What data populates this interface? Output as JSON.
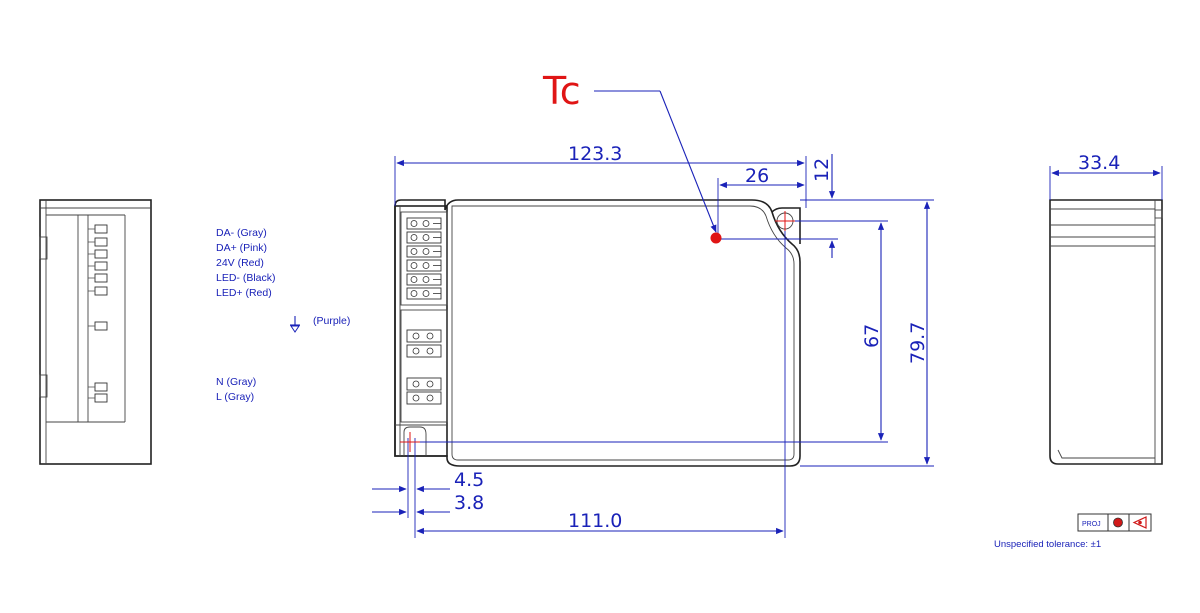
{
  "callout": {
    "label": "Tc"
  },
  "dimensions": {
    "overall_length": "123.3",
    "tc_offset_x": "26",
    "tc_offset_y": "12",
    "height": "33.4",
    "hole_spacing_y": "67",
    "overall_width": "79.7",
    "hole_offset_x": "4.5",
    "hole_diameter": "3.8",
    "hole_spacing_x": "111.0"
  },
  "wiring": {
    "output_labels": [
      "DA- (Gray)",
      "DA+ (Pink)",
      "24V (Red)",
      "LED- (Black)",
      "LED+ (Red)"
    ],
    "ground_label": "(Purple)",
    "input_labels": [
      "N (Gray)",
      "L (Gray)"
    ]
  },
  "tolerance": {
    "text": "Unspecified tolerance: ±1"
  },
  "colors": {
    "dimension": "#1a22b8",
    "tc_marker": "#e01515",
    "outline": "#222222"
  }
}
